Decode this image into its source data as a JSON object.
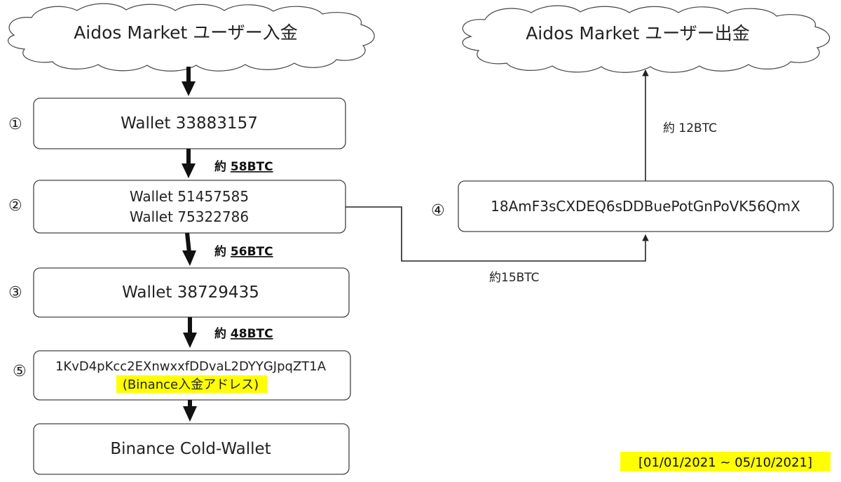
{
  "clouds": {
    "deposit": "Aidos Market ユーザー入金",
    "withdraw": "Aidos Market ユーザー出金"
  },
  "steps": {
    "s1": {
      "num": "①",
      "label": "Wallet 33883157"
    },
    "s2": {
      "num": "②",
      "line1": "Wallet 51457585",
      "line2": "Wallet 75322786"
    },
    "s3": {
      "num": "③",
      "label": "Wallet 38729435"
    },
    "s4": {
      "num": "④",
      "label": "18AmF3sCXDEQ6sDDBuePotGnPoVK56QmX"
    },
    "s5": {
      "num": "⑤",
      "line1": "1KvD4pKcc2EXnwxxfDDvaL2DYYGJpqZT1A",
      "line2": "(Binance入金アドレス)"
    },
    "cold": {
      "label": "Binance Cold-Wallet"
    }
  },
  "flows": {
    "f1": {
      "prefix": "約 ",
      "value": "58BTC"
    },
    "f2": {
      "prefix": "約 ",
      "value": "56BTC"
    },
    "f3": {
      "prefix": "約 ",
      "value": "48BTC"
    },
    "f4": "約15BTC",
    "f5": "約 12BTC"
  },
  "colors": {
    "highlight": "#ffff00",
    "stroke": "#222222"
  },
  "date_range": "[01/01/2021 ~ 05/10/2021]"
}
